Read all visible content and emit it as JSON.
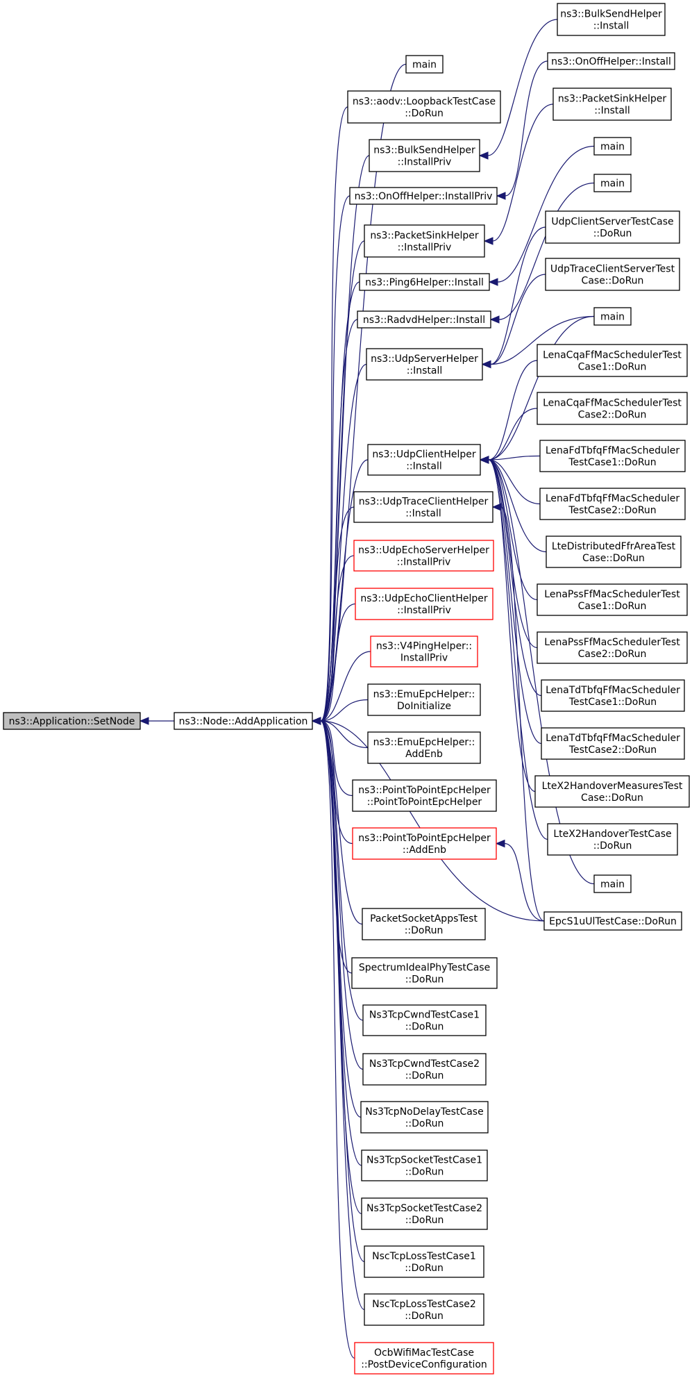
{
  "colors": {
    "edge": "#191970",
    "root_fill": "#bfbfbf",
    "linked_border": "#ff0000",
    "node_border": "#000000"
  },
  "nodes": {
    "root": [
      "ns3::Application::SetNode"
    ],
    "addapp": [
      "ns3::Node::AddApplication"
    ],
    "main1": [
      "main"
    ],
    "aodv": [
      "ns3::aodv::LoopbackTestCase",
      "::DoRun"
    ],
    "bulkpriv": [
      "ns3::BulkSendHelper",
      "::InstallPriv"
    ],
    "onoffpriv": [
      "ns3::OnOffHelper::InstallPriv"
    ],
    "sinkpriv": [
      "ns3::PacketSinkHelper",
      "::InstallPriv"
    ],
    "ping6": [
      "ns3::Ping6Helper::Install"
    ],
    "radvd": [
      "ns3::RadvdHelper::Install"
    ],
    "udpserver": [
      "ns3::UdpServerHelper",
      "::Install"
    ],
    "udpclient": [
      "ns3::UdpClientHelper",
      "::Install"
    ],
    "udptrace": [
      "ns3::UdpTraceClientHelper",
      "::Install"
    ],
    "echoserver": [
      "ns3::UdpEchoServerHelper",
      "::InstallPriv"
    ],
    "echoclient": [
      "ns3::UdpEchoClientHelper",
      "::InstallPriv"
    ],
    "v4ping": [
      "ns3::V4PingHelper::",
      "InstallPriv"
    ],
    "emuinit": [
      "ns3::EmuEpcHelper::",
      "DoInitialize"
    ],
    "emuenb": [
      "ns3::EmuEpcHelper::",
      "AddEnb"
    ],
    "p2pctor": [
      "ns3::PointToPointEpcHelper",
      "::PointToPointEpcHelper"
    ],
    "p2penb": [
      "ns3::PointToPointEpcHelper",
      "::AddEnb"
    ],
    "pktsock": [
      "PacketSocketAppsTest",
      "::DoRun"
    ],
    "spectrum": [
      "SpectrumIdealPhyTestCase",
      "::DoRun"
    ],
    "cwnd1": [
      "Ns3TcpCwndTestCase1",
      "::DoRun"
    ],
    "cwnd2": [
      "Ns3TcpCwndTestCase2",
      "::DoRun"
    ],
    "nodelay": [
      "Ns3TcpNoDelayTestCase",
      "::DoRun"
    ],
    "sock1": [
      "Ns3TcpSocketTestCase1",
      "::DoRun"
    ],
    "sock2": [
      "Ns3TcpSocketTestCase2",
      "::DoRun"
    ],
    "nscloss1": [
      "NscTcpLossTestCase1",
      "::DoRun"
    ],
    "nscloss2": [
      "NscTcpLossTestCase2",
      "::DoRun"
    ],
    "ocb": [
      "OcbWifiMacTestCase",
      "::PostDeviceConfiguration"
    ],
    "bulkinst": [
      "ns3::BulkSendHelper",
      "::Install"
    ],
    "onoffinst": [
      "ns3::OnOffHelper::Install"
    ],
    "sinkinst": [
      "ns3::PacketSinkHelper",
      "::Install"
    ],
    "main2": [
      "main"
    ],
    "main3": [
      "main"
    ],
    "udpcs": [
      "UdpClientServerTestCase",
      "::DoRun"
    ],
    "udptcs": [
      "UdpTraceClientServerTest",
      "Case::DoRun"
    ],
    "main4": [
      "main"
    ],
    "cqa1": [
      "LenaCqaFfMacSchedulerTest",
      "Case1::DoRun"
    ],
    "cqa2": [
      "LenaCqaFfMacSchedulerTest",
      "Case2::DoRun"
    ],
    "fdtb1": [
      "LenaFdTbfqFfMacScheduler",
      "TestCase1::DoRun"
    ],
    "fdtb2": [
      "LenaFdTbfqFfMacScheduler",
      "TestCase2::DoRun"
    ],
    "ffr": [
      "LteDistributedFfrAreaTest",
      "Case::DoRun"
    ],
    "pss1": [
      "LenaPssFfMacSchedulerTest",
      "Case1::DoRun"
    ],
    "pss2": [
      "LenaPssFfMacSchedulerTest",
      "Case2::DoRun"
    ],
    "tdtb1": [
      "LenaTdTbfqFfMacScheduler",
      "TestCase1::DoRun"
    ],
    "tdtb2": [
      "LenaTdTbfqFfMacScheduler",
      "TestCase2::DoRun"
    ],
    "x2meas": [
      "LteX2HandoverMeasuresTest",
      "Case::DoRun"
    ],
    "x2ho": [
      "LteX2HandoverTestCase",
      "::DoRun"
    ],
    "main5": [
      "main"
    ],
    "epcs1": [
      "EpcS1uUlTestCase::DoRun"
    ]
  },
  "edges": [
    [
      "addapp",
      "root"
    ],
    [
      "main1",
      "addapp"
    ],
    [
      "aodv",
      "addapp"
    ],
    [
      "bulkpriv",
      "addapp"
    ],
    [
      "onoffpriv",
      "addapp"
    ],
    [
      "sinkpriv",
      "addapp"
    ],
    [
      "ping6",
      "addapp"
    ],
    [
      "radvd",
      "addapp"
    ],
    [
      "udpserver",
      "addapp"
    ],
    [
      "udpclient",
      "addapp"
    ],
    [
      "udptrace",
      "addapp"
    ],
    [
      "echoserver",
      "addapp"
    ],
    [
      "echoclient",
      "addapp"
    ],
    [
      "v4ping",
      "addapp"
    ],
    [
      "emuinit",
      "addapp"
    ],
    [
      "emuenb",
      "addapp"
    ],
    [
      "p2pctor",
      "addapp"
    ],
    [
      "p2penb",
      "addapp"
    ],
    [
      "pktsock",
      "addapp"
    ],
    [
      "spectrum",
      "addapp"
    ],
    [
      "cwnd1",
      "addapp"
    ],
    [
      "cwnd2",
      "addapp"
    ],
    [
      "nodelay",
      "addapp"
    ],
    [
      "sock1",
      "addapp"
    ],
    [
      "sock2",
      "addapp"
    ],
    [
      "nscloss1",
      "addapp"
    ],
    [
      "nscloss2",
      "addapp"
    ],
    [
      "ocb",
      "addapp"
    ],
    [
      "epcs1",
      "addapp"
    ],
    [
      "bulkinst",
      "bulkpriv"
    ],
    [
      "onoffinst",
      "onoffpriv"
    ],
    [
      "sinkinst",
      "sinkpriv"
    ],
    [
      "main2",
      "ping6"
    ],
    [
      "main3",
      "radvd"
    ],
    [
      "udpcs",
      "udpserver"
    ],
    [
      "udptcs",
      "udpserver"
    ],
    [
      "main4",
      "udpserver"
    ],
    [
      "main4",
      "udpclient"
    ],
    [
      "cqa1",
      "udpclient"
    ],
    [
      "cqa2",
      "udpclient"
    ],
    [
      "fdtb1",
      "udpclient"
    ],
    [
      "fdtb2",
      "udpclient"
    ],
    [
      "ffr",
      "udpclient"
    ],
    [
      "pss1",
      "udpclient"
    ],
    [
      "pss2",
      "udpclient"
    ],
    [
      "tdtb1",
      "udpclient"
    ],
    [
      "tdtb2",
      "udpclient"
    ],
    [
      "x2meas",
      "udpclient"
    ],
    [
      "x2ho",
      "udpclient"
    ],
    [
      "main5",
      "udpclient"
    ],
    [
      "epcs1",
      "udptrace"
    ],
    [
      "epcs1",
      "p2penb"
    ]
  ]
}
